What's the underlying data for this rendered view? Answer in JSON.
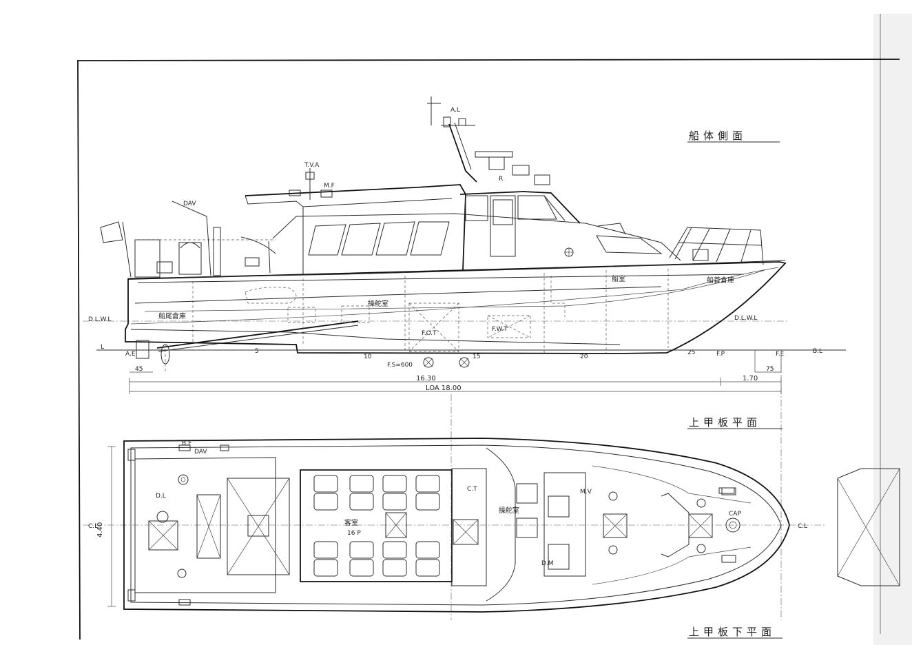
{
  "titles": {
    "profile": "船体側面",
    "upper_deck": "上甲板平面",
    "below_deck": "上甲板下平面"
  },
  "profile_labels": {
    "dwl_aft": "D.L.W.L",
    "dwl_fwd": "D.L.W.L",
    "bl_aft": "L",
    "bl_fwd": "B.L",
    "ae": "A.E",
    "fp": "F.P",
    "fe": "F.E",
    "st5": "5",
    "st10": "10",
    "st15": "15",
    "st20": "20",
    "st25": "25",
    "frame_spacing": "F.S=600",
    "room_helm": "操舵室",
    "room_cabin": "船室",
    "room_store_fwd": "船首倉庫",
    "room_store_aft": "船尾倉庫",
    "tank_fo": "F.O.T",
    "tank_fw": "F.W.T",
    "mast_light": "A.L",
    "radar": "R",
    "tv_antenna": "T.V.A",
    "davit": "DAV",
    "mf": "M.F"
  },
  "dimensions": {
    "aft_offset": "45",
    "lbp": "16.30",
    "fwd_offset": "1.70",
    "loa": "LOA 18.00",
    "fe_offset": "75",
    "beam": "4.40"
  },
  "plan_labels": {
    "cl_left": "C.L",
    "cl_right": "C.L",
    "cabin": "客室",
    "seats": "16 P",
    "helm": "操舵室",
    "cap": "CAP",
    "dl": "D.L",
    "bf": "B.F",
    "dav": "DAV",
    "ct": "C.T",
    "mv": "M.V",
    "dm": "D.M"
  }
}
